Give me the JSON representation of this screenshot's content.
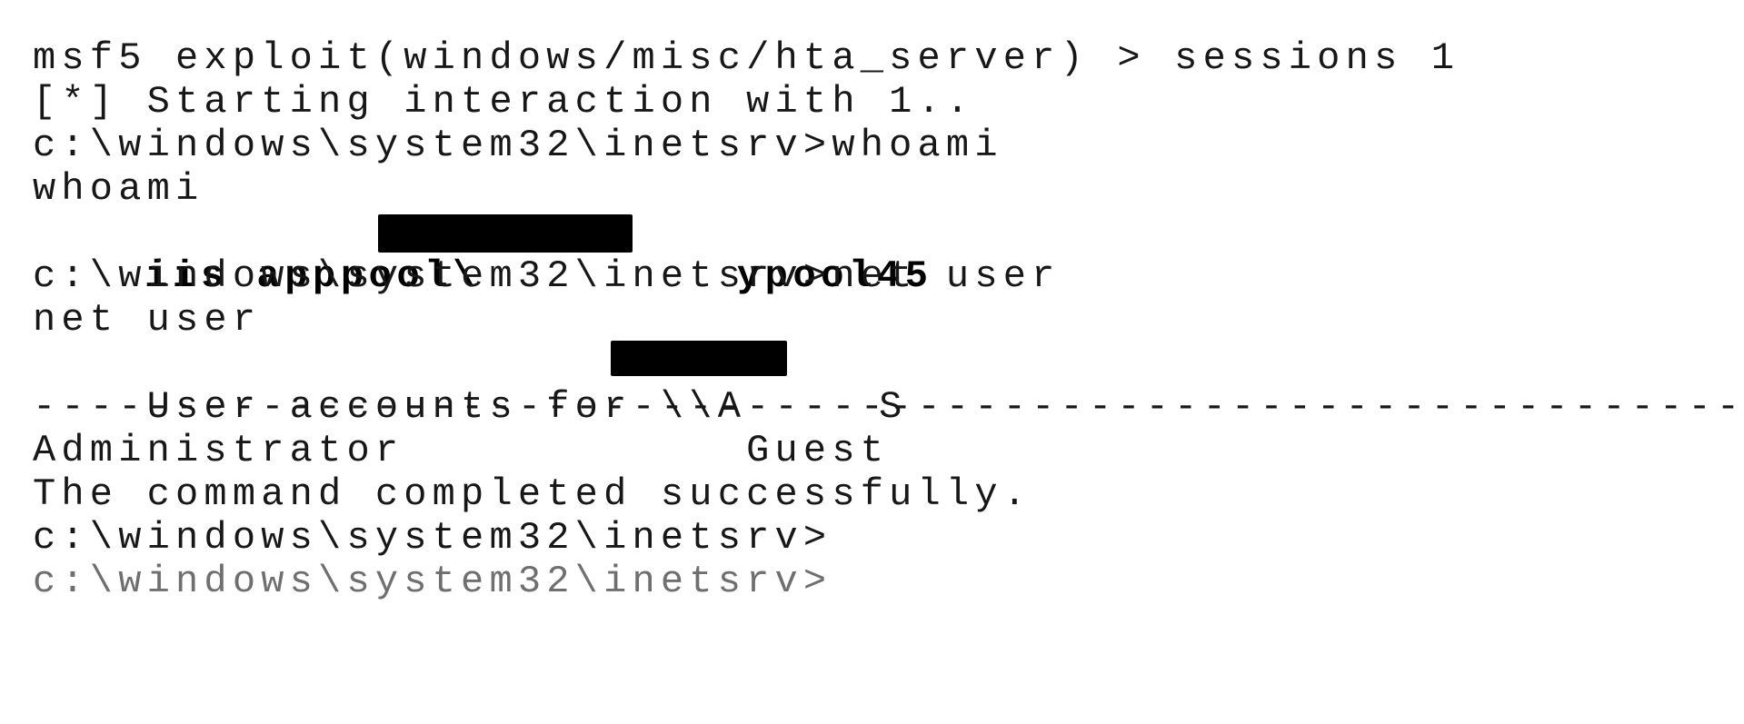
{
  "terminal": {
    "background_color": "#ffffff",
    "text_color": "#171717",
    "redaction_color": "#000000",
    "prompt": "c:\\windows\\system32\\inetsrv>",
    "msf_prompt": "msf5 exploit(windows/misc/hta_server) > ",
    "lines": [
      {
        "id": "line-msf-prompt-sessions",
        "text": "msf5 exploit(windows/misc/hta_server) > sessions 1",
        "bold": false
      },
      {
        "id": "line-starting-interaction",
        "text": "[*] Starting interaction with 1..",
        "bold": false
      },
      {
        "id": "line-prompt-whoami",
        "text": "c:\\windows\\system32\\inetsrv>whoami",
        "bold": false
      },
      {
        "id": "line-echo-whoami",
        "text": "whoami",
        "bold": false
      },
      {
        "id": "line-whoami-result",
        "text_before_redaction": "iis apppool\\",
        "text_after_redaction": "ypool45",
        "bold": true,
        "redacted": true
      },
      {
        "id": "line-prompt-net-user",
        "text": "c:\\windows\\system32\\inetsrv>net user",
        "bold": false
      },
      {
        "id": "line-echo-net-user",
        "text": "net user",
        "bold": false
      },
      {
        "id": "line-user-accounts-for",
        "text_before_redaction": "User accounts for \\\\A",
        "text_after_redaction": "S",
        "bold": false,
        "redacted": true
      },
      {
        "id": "line-separator",
        "text": "-------------------------------------------------------------",
        "bold": false
      },
      {
        "id": "line-accounts",
        "text": "Administrator            Guest",
        "bold": false
      },
      {
        "id": "line-command-completed",
        "text": "The command completed successfully.",
        "bold": false
      },
      {
        "id": "line-prompt-final",
        "text": "c:\\windows\\system32\\inetsrv>",
        "bold": false
      },
      {
        "id": "line-prompt-clipped",
        "text": "c:\\windows\\system32\\inetsrv>",
        "bold": false,
        "clipped": true
      }
    ],
    "redactions": [
      {
        "id": "redaction-apppool-name",
        "label": "redacted application pool name"
      },
      {
        "id": "redaction-hostname",
        "label": "redacted host name"
      }
    ]
  }
}
